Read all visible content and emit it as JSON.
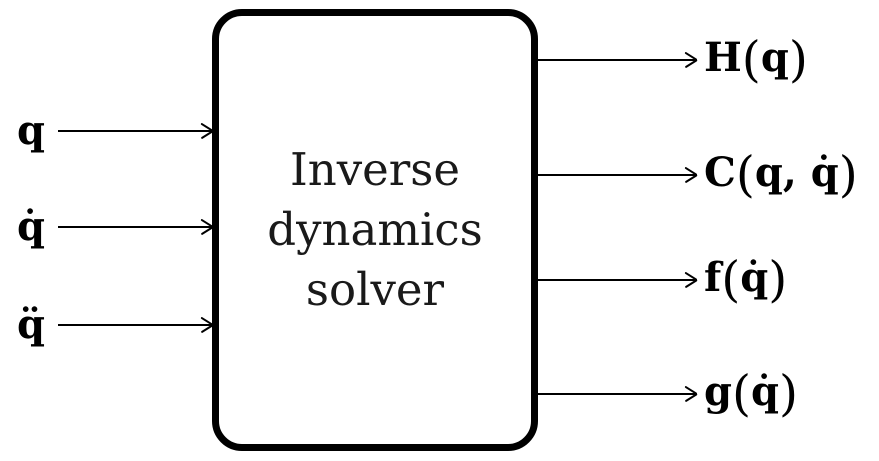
{
  "diagram": {
    "title": "Inverse dynamics solver block diagram",
    "colors": {
      "stroke": "#000000",
      "background": "#ffffff",
      "text": "#000000"
    },
    "box": {
      "lines": [
        "Inverse",
        "dynamics",
        "solver"
      ]
    },
    "syms": {
      "open": "(",
      "close": ")"
    },
    "inputs": [
      {
        "label": "q"
      },
      {
        "label": "q̇"
      },
      {
        "label": "q̈"
      }
    ],
    "outputs": [
      {
        "name": "H",
        "args": "q"
      },
      {
        "name": "C",
        "args": "q, q̇"
      },
      {
        "name": "f",
        "args": "q̇"
      },
      {
        "name": "g",
        "args": "q̇"
      }
    ]
  }
}
